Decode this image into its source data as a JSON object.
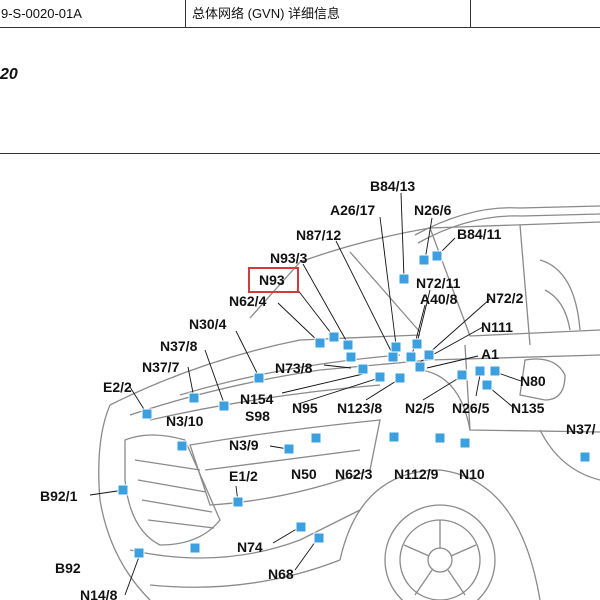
{
  "header": {
    "doc_code": "9-S-0020-01A",
    "doc_title": "总体网络 (GVN) 详细信息"
  },
  "side_number": "20",
  "highlighted_label": "N93",
  "callouts": [
    "B84/13",
    "A26/17",
    "N26/6",
    "B84/11",
    "N87/12",
    "N93/3",
    "N93",
    "N62/4",
    "N72/11",
    "A40/8",
    "N72/2",
    "N30/4",
    "N111",
    "N37/8",
    "A1",
    "N37/7",
    "N73/8",
    "N80",
    "E2/2",
    "N154",
    "S98",
    "N95",
    "N123/8",
    "N2/5",
    "N26/5",
    "N135",
    "N3/10",
    "N37/",
    "N3/9",
    "N50",
    "N62/3",
    "N112/9",
    "N10",
    "E1/2",
    "B92/1",
    "N74",
    "B92",
    "N68",
    "N14/8"
  ]
}
